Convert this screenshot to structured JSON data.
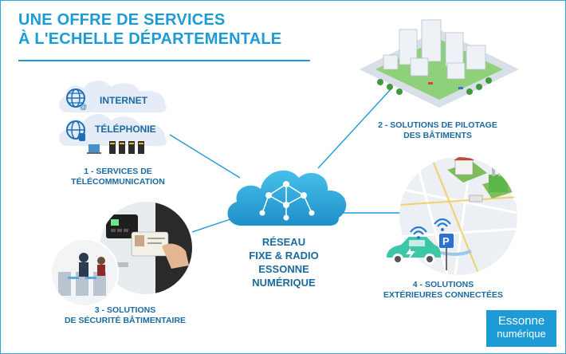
{
  "title": {
    "line1": "UNE OFFRE DE SERVICES",
    "line2": "À L'ECHELLE DÉPARTEMENTALE"
  },
  "center": {
    "line1": "RÉSEAU",
    "line2": "FIXE & RADIO",
    "line3": "ESSONNE",
    "line4": "NUMÉRIQUE"
  },
  "nodes": {
    "telecom": {
      "pill1": "INTERNET",
      "pill2": "TÉLÉPHONIE",
      "label_line1": "1 - SERVICES DE",
      "label_line2": "TÉLÉCOMMUNICATION"
    },
    "buildings": {
      "label_line1": "2 - SOLUTIONS DE PILOTAGE",
      "label_line2": "DES BÂTIMENTS"
    },
    "security": {
      "label_line1": "3 - SOLUTIONS",
      "label_line2": "DE SÉCURITÉ BÂTIMENTAIRE"
    },
    "outdoor": {
      "label_line1": "4 - SOLUTIONS",
      "label_line2": "EXTÉRIEURES CONNECTÉES"
    }
  },
  "logo": {
    "line1": "Essonne",
    "line2": "numérique"
  },
  "colors": {
    "accent": "#1c9bd6",
    "label": "#1a6aa0",
    "cloud": "#2aa6dc"
  }
}
